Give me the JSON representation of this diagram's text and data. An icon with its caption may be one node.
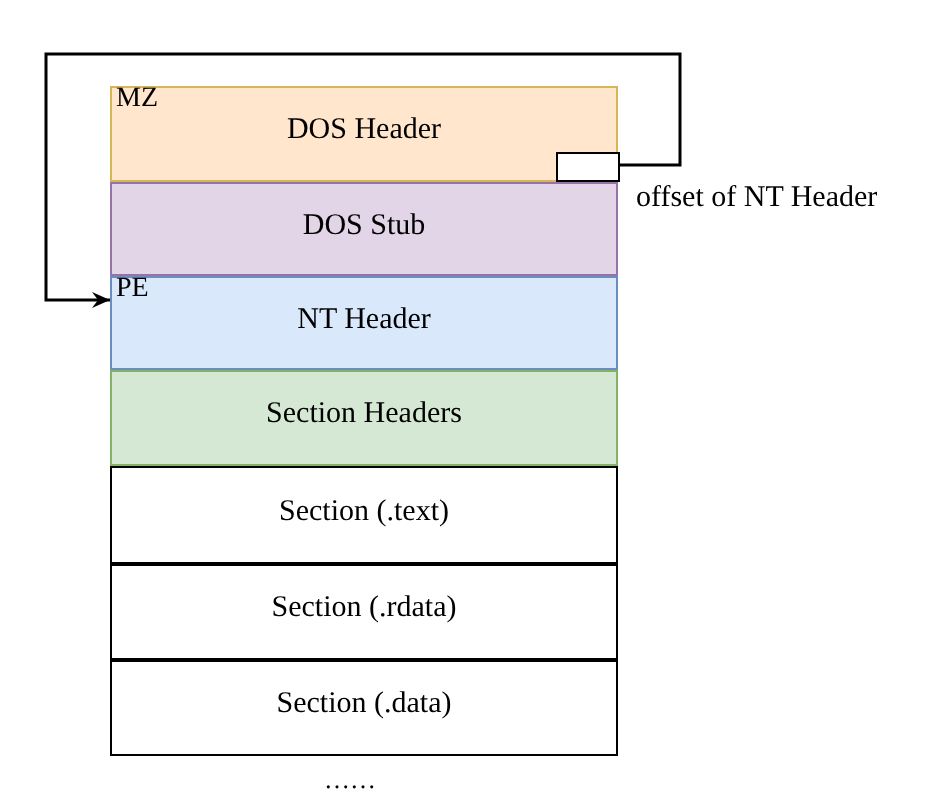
{
  "diagram": {
    "nodes": [
      {
        "text": [
          "MZ",
          "DOS Header"
        ]
      },
      {
        "text": [],
        "shape": "box",
        "in": 0,
        "beside": [
          "offset of NT Header"
        ]
      },
      {
        "text": [
          "DOS Stub"
        ]
      },
      {
        "text": [
          "PE",
          "NT Header"
        ]
      },
      {
        "text": [
          "Section Headers"
        ]
      },
      {
        "text": [
          "Section (.text)"
        ]
      },
      {
        "text": [
          "Section (.rdata)"
        ]
      },
      {
        "text": [
          "Section (.data)"
        ]
      }
    ],
    "edges": [
      {
        "from": 1,
        "to": 3,
        "arrow": "to"
      }
    ],
    "labels": [
      "……"
    ]
  }
}
